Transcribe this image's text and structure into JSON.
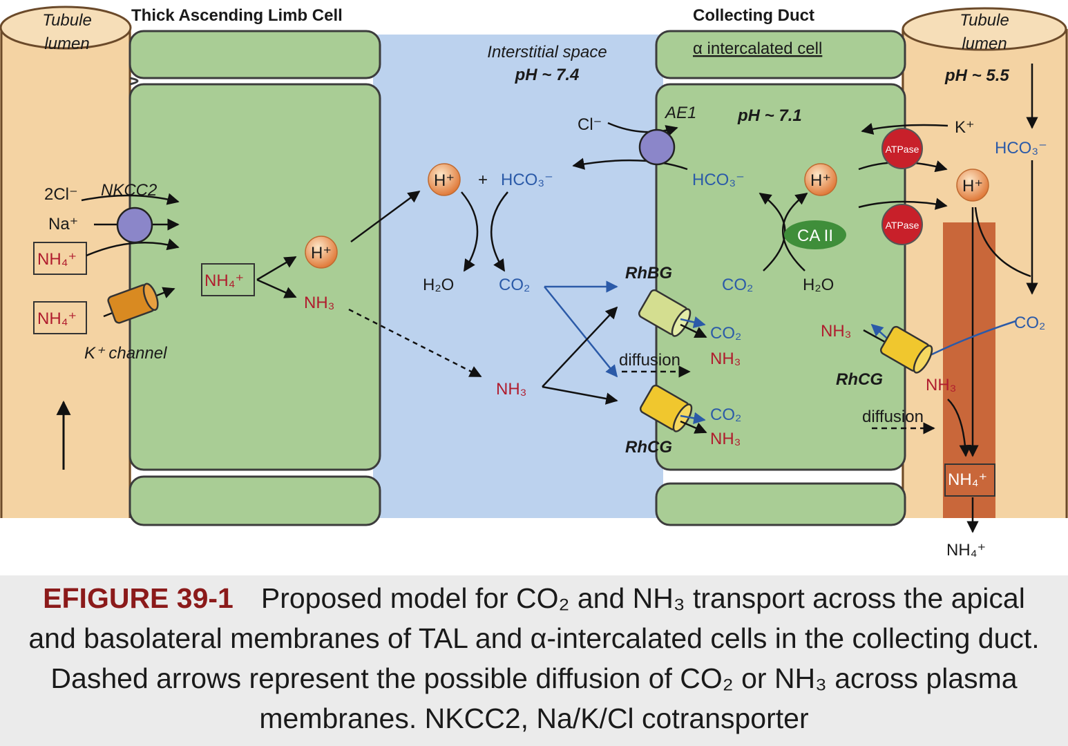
{
  "headers": {
    "tal": "Thick Ascending Limb Cell",
    "cd": "Collecting Duct",
    "alpha_cell": "α intercalated cell",
    "lumen_left": [
      "Tubule",
      "lumen"
    ],
    "lumen_right": [
      "Tubule",
      "lumen"
    ]
  },
  "interstitium": {
    "label": "Interstitial space",
    "ph": "pH ~ 7.4"
  },
  "tal_cell": {
    "ion_2cl": "2Cl⁻",
    "nkcc2": "NKCC2",
    "na": "Na⁺",
    "nh4_lumen_1": "NH₄⁺",
    "nh4_lumen_2": "NH₄⁺",
    "k_channel": "K⁺ channel",
    "nh4_cell": "NH₄⁺",
    "h_ion": "H⁺",
    "nh3": "NH₃"
  },
  "interstitial_reaction": {
    "h_ion": "H⁺",
    "plus": "+",
    "hco3": "HCO₃⁻",
    "h2o": "H₂O",
    "co2": "CO₂",
    "nh3": "NH₃",
    "cl": "Cl⁻"
  },
  "cd_cell": {
    "ae1": "AE1",
    "ph": "pH ~ 7.1",
    "hco3": "HCO₃⁻",
    "h_ion": "H⁺",
    "ca2": "CA II",
    "co2": "CO₂",
    "h2o": "H₂O",
    "rhbg": "RhBG",
    "rhcg_baso": "RhCG",
    "rhcg_api": "RhCG",
    "co2_out_1": "CO₂",
    "nh3_out_1": "NH₃",
    "co2_out_2": "CO₂",
    "nh3_out_2": "NH₃",
    "diffusion_1": "diffusion",
    "diffusion_2": "diffusion",
    "nh3_cell": "NH₃",
    "atpase_1": "ATPase",
    "atpase_2": "ATPase",
    "k_ion": "K⁺"
  },
  "lumen_right_labels": {
    "ph": "pH ~ 5.5",
    "hco3": "HCO₃⁻",
    "h_ion": "H⁺",
    "co2": "CO₂",
    "nh3": "NH₃",
    "nh4_box": "NH₄⁺",
    "nh4_out": "NH₄⁺"
  },
  "caption": {
    "figure_label": "EFIGURE 39-1",
    "text": "Proposed model for CO₂ and NH₃ transport across the apical and basolateral membranes of TAL and α-intercalated cells in the collecting duct. Dashed arrows represent the possible diffusion of CO₂ or NH₃ across plasma membranes. NKCC2, Na/K/Cl cotransporter"
  },
  "colors": {
    "lumen": "#f4d3a3",
    "cell": "#a9cd95",
    "interstitium": "#bcd2ee",
    "collecting_tube": "#c9673a",
    "ion_red": "#b01c2e",
    "ion_blue": "#2b5aa8",
    "atpase": "#c8202a",
    "transporter_purple": "#8b86c9",
    "rh_yellow": "#f0c72e",
    "rh_pale": "#d4de90",
    "k_channel": "#d98a21",
    "ca2": "#3f8e3a",
    "caption_figure": "#8b1a1a"
  }
}
